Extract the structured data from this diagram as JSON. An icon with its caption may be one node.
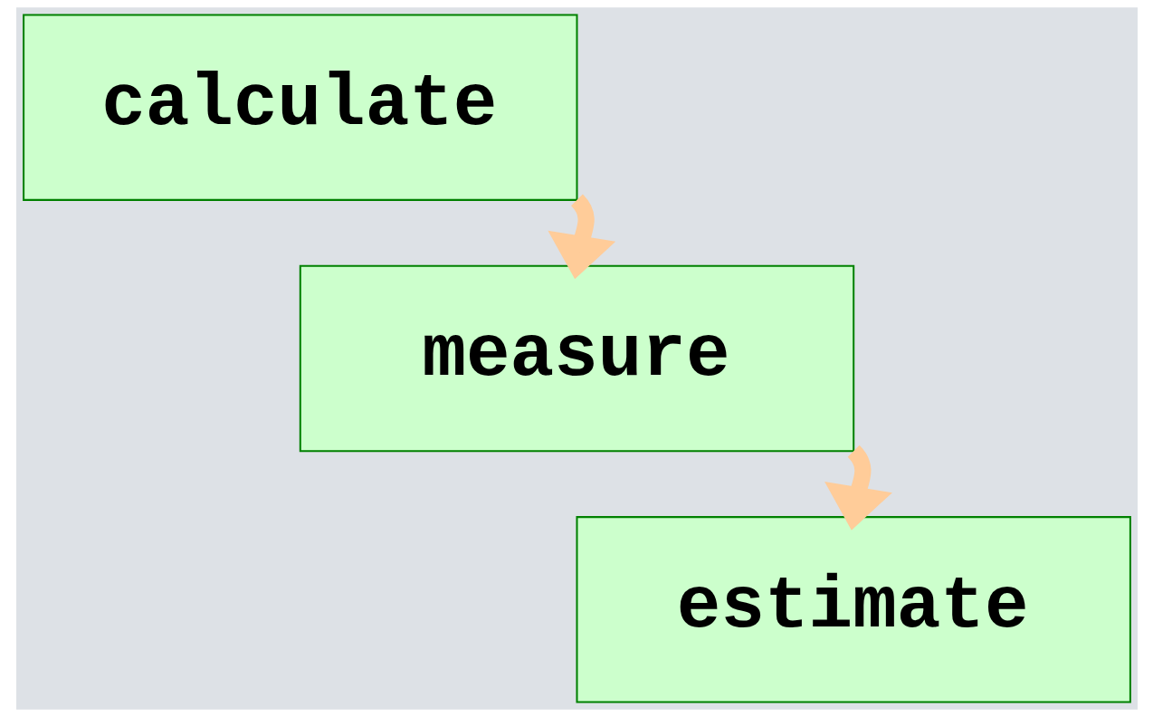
{
  "diagram": {
    "nodes": [
      {
        "text": [
          "calculate"
        ]
      },
      {
        "text": [
          "measure"
        ]
      },
      {
        "text": [
          "estimate"
        ]
      }
    ],
    "edges": [
      {
        "from": 0,
        "to": 1,
        "arrow": "to"
      },
      {
        "from": 1,
        "to": 2,
        "arrow": "to"
      }
    ]
  }
}
